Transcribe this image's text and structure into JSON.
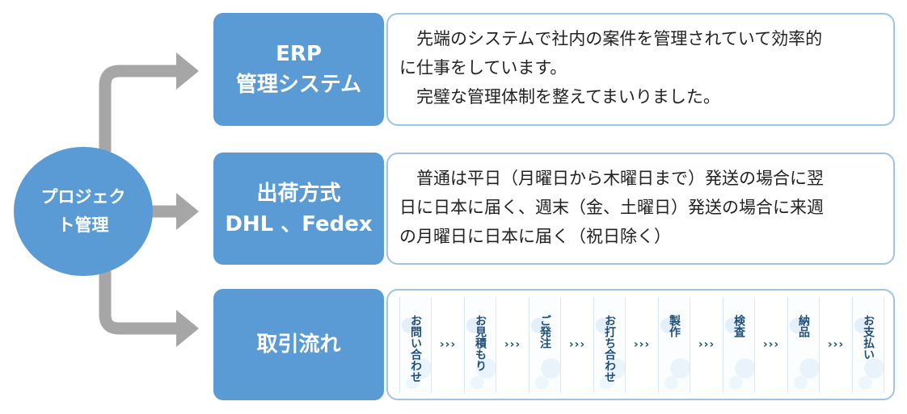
{
  "hub": {
    "label": "プロジェクト管理"
  },
  "rows": [
    {
      "label_lines": [
        "ERP",
        "管理システム"
      ],
      "desc_lines": [
        "　先端のシステムで社内の案件を管理されていて効率的",
        "に仕事をしています。",
        "　完璧な管理体制を整えてまいりました。"
      ]
    },
    {
      "label_lines": [
        "出荷方式",
        "DHL 、Fedex"
      ],
      "desc_lines": [
        "　普通は平日（月曜日から木曜日まで）発送の場合に翌",
        "日に日本に届く、週末（金、土曜日）発送の場合に来週",
        "の月曜日に日本に届く（祝日除く）"
      ]
    },
    {
      "label_lines": [
        "取引流れ"
      ]
    }
  ],
  "flow": {
    "separator": "›››",
    "steps": [
      "お問い合わせ",
      "お見積もり",
      "ご発注",
      "お打ち合わせ",
      "製作",
      "検査",
      "納品",
      "お支払い"
    ]
  },
  "colors": {
    "label_fill": "#5b9bd5",
    "box_border": "#9dc3e6",
    "connector": "#a6a6a6",
    "flow_text": "#1f4e79"
  }
}
